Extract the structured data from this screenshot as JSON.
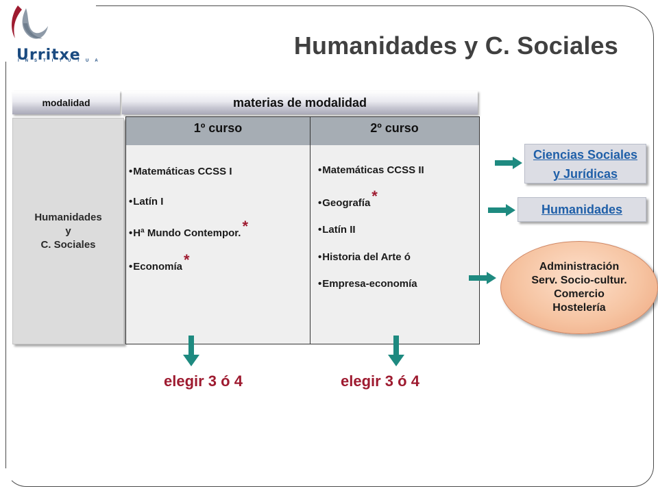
{
  "title": "Humanidades y C. Sociales",
  "logo": {
    "name": "Urritxe",
    "subtitle": "INSTITUTUA"
  },
  "header": {
    "modalidad": "modalidad",
    "materias": "materias de modalidad"
  },
  "left_column": {
    "text": "Humanidades\ny\nC. Sociales"
  },
  "table": {
    "columns": [
      "1º curso",
      "2º curso"
    ],
    "col1": [
      {
        "text": "Matemáticas CCSS I",
        "asterisk": ""
      },
      {
        "text": "Latín I",
        "asterisk": ""
      },
      {
        "text": "Hª Mundo Contempor.",
        "asterisk": "*"
      },
      {
        "text": "Economía",
        "asterisk": "*"
      }
    ],
    "col2": [
      {
        "text": "Matemáticas CCSS II",
        "asterisk": ""
      },
      {
        "text": "Geografía",
        "asterisk": "*"
      },
      {
        "text": "Latín II",
        "asterisk": ""
      },
      {
        "text": "Historia del Arte ó",
        "asterisk": ""
      },
      {
        "text": "Empresa-economía",
        "asterisk": ""
      }
    ]
  },
  "choose": {
    "col1": "elegir 3 ó 4",
    "col2": "elegir 3 ó 4"
  },
  "outcomes": {
    "box1_line1": "Ciencias Sociales",
    "box1_line2": "y Jurídicas",
    "box2": "Humanidades",
    "oval": "Administración\nServ. Socio-cultur.\nComercio\nHostelería"
  },
  "colors": {
    "accent_red": "#9e1b30",
    "arrow_teal": "#1e8a80",
    "link_blue": "#1f5fa8",
    "header_gray": "#a6adb4",
    "oval_orange": "#f6c4a2"
  }
}
